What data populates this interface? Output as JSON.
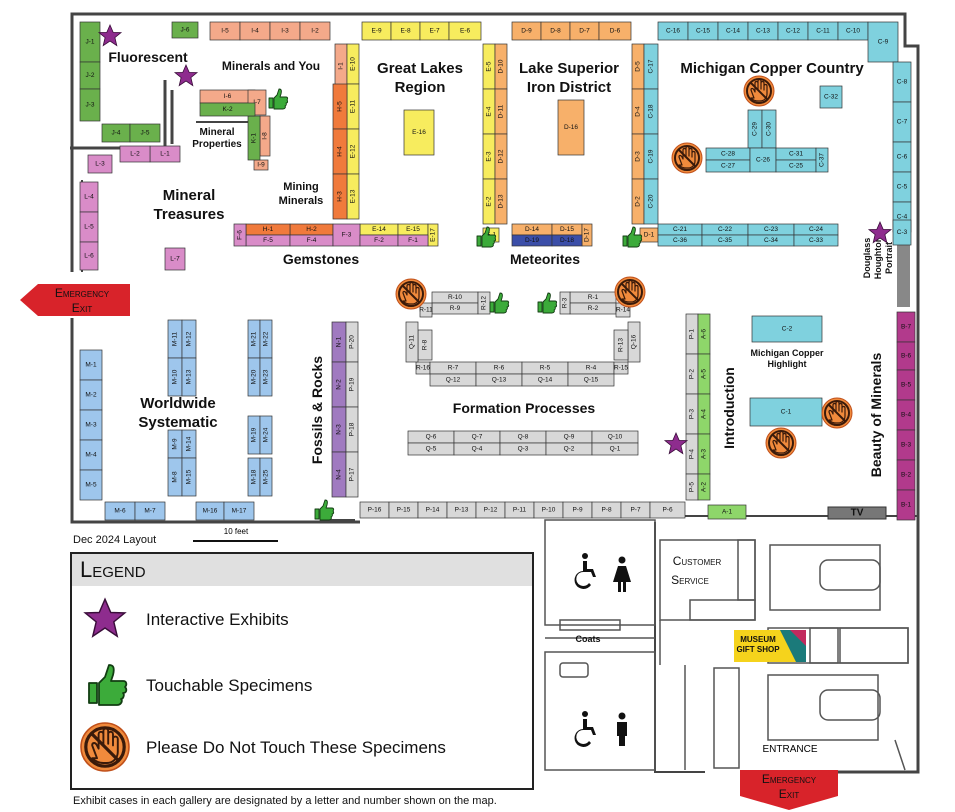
{
  "colors": {
    "J": "#6ab04c",
    "I": "#f4a98a",
    "K": "#6ab04c",
    "L": "#d98cc8",
    "E": "#f7ec5e",
    "D": "#f7b06a",
    "C": "#7fd1de",
    "H": "#f07a3c",
    "F": "#d98cc8",
    "M": "#9ec6ec",
    "N": "#a07ac0",
    "P": "#d8d8d8",
    "Q": "#d8d8d8",
    "R": "#d8d8d8",
    "A": "#8ed66a",
    "B": "#b23a8c",
    "Dn": "#3b4ea8"
  },
  "galleries": {
    "fluorescent": "Fluorescent",
    "minerals_and_you": "Minerals and You",
    "mineral_properties": [
      "Mineral",
      "Properties"
    ],
    "mining_minerals": [
      "Mining",
      "Minerals"
    ],
    "mineral_treasures": [
      "Mineral",
      "Treasures"
    ],
    "gemstones": "Gemstones",
    "great_lakes": [
      "Great Lakes",
      "Region"
    ],
    "lake_superior": [
      "Lake Superior",
      "Iron District"
    ],
    "meteorites": "Meteorites",
    "copper_country": "Michigan Copper Country",
    "douglass": [
      "Douglass",
      "Houghton",
      "Portrait"
    ],
    "worldwide": [
      "Worldwide",
      "Systematic"
    ],
    "fossils": "Fossils & Rocks",
    "formation": "Formation Processes",
    "copper_highlight": [
      "Michigan Copper",
      "Highlight"
    ],
    "introduction": "Introduction",
    "beauty": "Beauty of Minerals",
    "customer_service": [
      "Customer",
      "Service"
    ],
    "coats": "Coats",
    "gift_shop": [
      "MUSEUM",
      "GIFT SHOP"
    ],
    "entrance": "ENTRANCE",
    "tv": "TV"
  },
  "emergency_exit": [
    "Emergency",
    "Exit"
  ],
  "layout_date": "Dec 2024 Layout",
  "scale": "10 feet",
  "legend": {
    "title": "Legend",
    "items": [
      {
        "icon": "star-icon",
        "label": "Interactive Exhibits"
      },
      {
        "icon": "thumbs-up-icon",
        "label": "Touchable Specimens"
      },
      {
        "icon": "no-touch-icon",
        "label": "Please Do Not Touch These Specimens"
      }
    ]
  },
  "footnote": "Exhibit cases in each gallery are designated by a letter and number shown on the map.",
  "cases": [
    {
      "id": "J-1",
      "s": "J"
    },
    {
      "id": "J-2",
      "s": "J"
    },
    {
      "id": "J-3",
      "s": "J"
    },
    {
      "id": "J-4",
      "s": "J"
    },
    {
      "id": "J-5",
      "s": "J"
    },
    {
      "id": "J-6",
      "s": "J"
    },
    {
      "id": "I-5",
      "s": "I"
    },
    {
      "id": "I-4",
      "s": "I"
    },
    {
      "id": "I-3",
      "s": "I"
    },
    {
      "id": "I-2",
      "s": "I"
    },
    {
      "id": "I-1",
      "s": "I"
    },
    {
      "id": "I-6",
      "s": "I"
    },
    {
      "id": "I-7",
      "s": "I"
    },
    {
      "id": "I-8",
      "s": "I"
    },
    {
      "id": "I-9",
      "s": "I"
    },
    {
      "id": "K-1",
      "s": "K"
    },
    {
      "id": "K-2",
      "s": "K"
    },
    {
      "id": "L-1",
      "s": "L"
    },
    {
      "id": "L-2",
      "s": "L"
    },
    {
      "id": "L-3",
      "s": "L"
    },
    {
      "id": "L-4",
      "s": "L"
    },
    {
      "id": "L-5",
      "s": "L"
    },
    {
      "id": "L-6",
      "s": "L"
    },
    {
      "id": "L-7",
      "s": "L"
    },
    {
      "id": "E-9",
      "s": "E"
    },
    {
      "id": "E-8",
      "s": "E"
    },
    {
      "id": "E-7",
      "s": "E"
    },
    {
      "id": "E-6",
      "s": "E"
    },
    {
      "id": "E-10",
      "s": "E"
    },
    {
      "id": "E-11",
      "s": "E"
    },
    {
      "id": "E-12",
      "s": "E"
    },
    {
      "id": "E-13",
      "s": "E"
    },
    {
      "id": "E-14",
      "s": "E"
    },
    {
      "id": "E-15",
      "s": "E"
    },
    {
      "id": "E-16",
      "s": "E"
    },
    {
      "id": "E-17",
      "s": "E"
    },
    {
      "id": "E-5",
      "s": "E"
    },
    {
      "id": "E-4",
      "s": "E"
    },
    {
      "id": "E-3",
      "s": "E"
    },
    {
      "id": "E-2",
      "s": "E"
    },
    {
      "id": "E-1",
      "s": "E"
    },
    {
      "id": "H-5",
      "s": "H"
    },
    {
      "id": "H-4",
      "s": "H"
    },
    {
      "id": "H-3",
      "s": "H"
    },
    {
      "id": "H-2",
      "s": "H"
    },
    {
      "id": "H-1",
      "s": "H"
    },
    {
      "id": "F-5",
      "s": "F"
    },
    {
      "id": "F-4",
      "s": "F"
    },
    {
      "id": "F-3",
      "s": "F"
    },
    {
      "id": "F-2",
      "s": "F"
    },
    {
      "id": "F-1",
      "s": "F"
    },
    {
      "id": "F-6",
      "s": "F"
    },
    {
      "id": "D-9",
      "s": "D"
    },
    {
      "id": "D-8",
      "s": "D"
    },
    {
      "id": "D-7",
      "s": "D"
    },
    {
      "id": "D-6",
      "s": "D"
    },
    {
      "id": "D-10",
      "s": "D"
    },
    {
      "id": "D-11",
      "s": "D"
    },
    {
      "id": "D-12",
      "s": "D"
    },
    {
      "id": "D-13",
      "s": "D"
    },
    {
      "id": "D-14",
      "s": "D"
    },
    {
      "id": "D-15",
      "s": "D"
    },
    {
      "id": "D-16",
      "s": "D"
    },
    {
      "id": "D-17",
      "s": "D"
    },
    {
      "id": "D-19",
      "s": "Dn"
    },
    {
      "id": "D-18",
      "s": "Dn"
    },
    {
      "id": "D-5",
      "s": "D"
    },
    {
      "id": "D-4",
      "s": "D"
    },
    {
      "id": "D-3",
      "s": "D"
    },
    {
      "id": "D-2",
      "s": "D"
    },
    {
      "id": "D-1",
      "s": "D"
    },
    {
      "id": "C-17",
      "s": "C"
    },
    {
      "id": "C-18",
      "s": "C"
    },
    {
      "id": "C-19",
      "s": "C"
    },
    {
      "id": "C-20",
      "s": "C"
    },
    {
      "id": "C-16",
      "s": "C"
    },
    {
      "id": "C-15",
      "s": "C"
    },
    {
      "id": "C-14",
      "s": "C"
    },
    {
      "id": "C-13",
      "s": "C"
    },
    {
      "id": "C-12",
      "s": "C"
    },
    {
      "id": "C-11",
      "s": "C"
    },
    {
      "id": "C-10",
      "s": "C"
    },
    {
      "id": "C-9",
      "s": "C"
    },
    {
      "id": "C-8",
      "s": "C"
    },
    {
      "id": "C-7",
      "s": "C"
    },
    {
      "id": "C-6",
      "s": "C"
    },
    {
      "id": "C-5",
      "s": "C"
    },
    {
      "id": "C-4",
      "s": "C"
    },
    {
      "id": "C-3",
      "s": "C"
    },
    {
      "id": "C-32",
      "s": "C"
    },
    {
      "id": "C-29",
      "s": "C"
    },
    {
      "id": "C-30",
      "s": "C"
    },
    {
      "id": "C-28",
      "s": "C"
    },
    {
      "id": "C-27",
      "s": "C"
    },
    {
      "id": "C-26",
      "s": "C"
    },
    {
      "id": "C-31",
      "s": "C"
    },
    {
      "id": "C-25",
      "s": "C"
    },
    {
      "id": "C-37",
      "s": "C"
    },
    {
      "id": "C-21",
      "s": "C"
    },
    {
      "id": "C-22",
      "s": "C"
    },
    {
      "id": "C-23",
      "s": "C"
    },
    {
      "id": "C-24",
      "s": "C"
    },
    {
      "id": "C-36",
      "s": "C"
    },
    {
      "id": "C-35",
      "s": "C"
    },
    {
      "id": "C-34",
      "s": "C"
    },
    {
      "id": "C-33",
      "s": "C"
    },
    {
      "id": "C-2",
      "s": "C"
    },
    {
      "id": "C-1",
      "s": "C"
    },
    {
      "id": "R-10",
      "s": "R"
    },
    {
      "id": "R-9",
      "s": "R"
    },
    {
      "id": "R-12",
      "s": "R"
    },
    {
      "id": "R-11",
      "s": "R"
    },
    {
      "id": "R-1",
      "s": "R"
    },
    {
      "id": "R-2",
      "s": "R"
    },
    {
      "id": "R-3",
      "s": "R"
    },
    {
      "id": "R-14",
      "s": "R"
    },
    {
      "id": "R-8",
      "s": "R"
    },
    {
      "id": "R-16",
      "s": "R"
    },
    {
      "id": "R-7",
      "s": "R"
    },
    {
      "id": "R-6",
      "s": "R"
    },
    {
      "id": "R-5",
      "s": "R"
    },
    {
      "id": "R-4",
      "s": "R"
    },
    {
      "id": "R-15",
      "s": "R"
    },
    {
      "id": "Q-11",
      "s": "Q"
    },
    {
      "id": "Q-16",
      "s": "Q"
    },
    {
      "id": "R-13",
      "s": "R"
    },
    {
      "id": "Q-12",
      "s": "Q"
    },
    {
      "id": "Q-13",
      "s": "Q"
    },
    {
      "id": "Q-14",
      "s": "Q"
    },
    {
      "id": "Q-15",
      "s": "Q"
    },
    {
      "id": "Q-6",
      "s": "Q"
    },
    {
      "id": "Q-7",
      "s": "Q"
    },
    {
      "id": "Q-8",
      "s": "Q"
    },
    {
      "id": "Q-9",
      "s": "Q"
    },
    {
      "id": "Q-10",
      "s": "Q"
    },
    {
      "id": "Q-5",
      "s": "Q"
    },
    {
      "id": "Q-4",
      "s": "Q"
    },
    {
      "id": "Q-3",
      "s": "Q"
    },
    {
      "id": "Q-2",
      "s": "Q"
    },
    {
      "id": "Q-1",
      "s": "Q"
    },
    {
      "id": "M-1",
      "s": "M"
    },
    {
      "id": "M-2",
      "s": "M"
    },
    {
      "id": "M-3",
      "s": "M"
    },
    {
      "id": "M-4",
      "s": "M"
    },
    {
      "id": "M-5",
      "s": "M"
    },
    {
      "id": "M-6",
      "s": "M"
    },
    {
      "id": "M-7",
      "s": "M"
    },
    {
      "id": "M-16",
      "s": "M"
    },
    {
      "id": "M-17",
      "s": "M"
    },
    {
      "id": "M-11",
      "s": "M"
    },
    {
      "id": "M-12",
      "s": "M"
    },
    {
      "id": "M-10",
      "s": "M"
    },
    {
      "id": "M-13",
      "s": "M"
    },
    {
      "id": "M-9",
      "s": "M"
    },
    {
      "id": "M-14",
      "s": "M"
    },
    {
      "id": "M-8",
      "s": "M"
    },
    {
      "id": "M-15",
      "s": "M"
    },
    {
      "id": "M-21",
      "s": "M"
    },
    {
      "id": "M-22",
      "s": "M"
    },
    {
      "id": "M-20",
      "s": "M"
    },
    {
      "id": "M-23",
      "s": "M"
    },
    {
      "id": "M-19",
      "s": "M"
    },
    {
      "id": "M-24",
      "s": "M"
    },
    {
      "id": "M-18",
      "s": "M"
    },
    {
      "id": "M-25",
      "s": "M"
    },
    {
      "id": "N-1",
      "s": "N"
    },
    {
      "id": "N-2",
      "s": "N"
    },
    {
      "id": "N-3",
      "s": "N"
    },
    {
      "id": "N-4",
      "s": "N"
    },
    {
      "id": "P-20",
      "s": "P"
    },
    {
      "id": "P-19",
      "s": "P"
    },
    {
      "id": "P-18",
      "s": "P"
    },
    {
      "id": "P-17",
      "s": "P"
    },
    {
      "id": "P-16",
      "s": "P"
    },
    {
      "id": "P-15",
      "s": "P"
    },
    {
      "id": "P-14",
      "s": "P"
    },
    {
      "id": "P-13",
      "s": "P"
    },
    {
      "id": "P-12",
      "s": "P"
    },
    {
      "id": "P-11",
      "s": "P"
    },
    {
      "id": "P-10",
      "s": "P"
    },
    {
      "id": "P-9",
      "s": "P"
    },
    {
      "id": "P-8",
      "s": "P"
    },
    {
      "id": "P-7",
      "s": "P"
    },
    {
      "id": "P-6",
      "s": "P"
    },
    {
      "id": "P-1",
      "s": "P"
    },
    {
      "id": "P-2",
      "s": "P"
    },
    {
      "id": "P-3",
      "s": "P"
    },
    {
      "id": "P-4",
      "s": "P"
    },
    {
      "id": "P-5",
      "s": "P"
    },
    {
      "id": "A-6",
      "s": "A"
    },
    {
      "id": "A-5",
      "s": "A"
    },
    {
      "id": "A-4",
      "s": "A"
    },
    {
      "id": "A-3",
      "s": "A"
    },
    {
      "id": "A-2",
      "s": "A"
    },
    {
      "id": "A-1",
      "s": "A"
    },
    {
      "id": "B-7",
      "s": "B"
    },
    {
      "id": "B-6",
      "s": "B"
    },
    {
      "id": "B-5",
      "s": "B"
    },
    {
      "id": "B-4",
      "s": "B"
    },
    {
      "id": "B-3",
      "s": "B"
    },
    {
      "id": "B-2",
      "s": "B"
    },
    {
      "id": "B-1",
      "s": "B"
    }
  ]
}
